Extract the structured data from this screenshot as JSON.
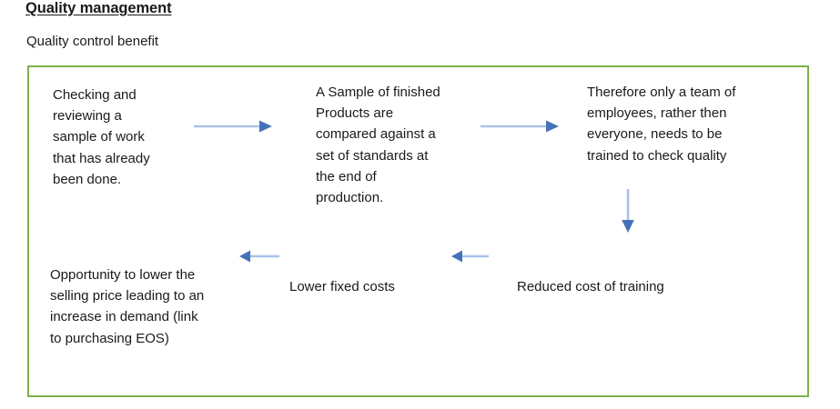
{
  "document": {
    "title": "Quality management",
    "subtitle": "Quality control benefit"
  },
  "diagram": {
    "border_color": "#7EB04F",
    "arrow_line_color": "#A9C2E8",
    "arrow_head_color": "#4472B8",
    "nodes": {
      "checking": "Checking and\nreviewing a\nsample of work\nthat has already\nbeen done.",
      "sample": "A Sample of finished\nProducts are\ncompared against a\nset of standards at\nthe end of\nproduction.",
      "team": "Therefore only a team of\nemployees, rather then\neveryone, needs to be\ntrained to check quality",
      "opportunity": "Opportunity to lower the\nselling price leading to an\nincrease in demand (link\nto purchasing EOS)",
      "lower_fixed_costs": "Lower fixed costs",
      "reduced_cost_of_training": "Reduced cost of training"
    },
    "arrows": [
      {
        "name": "arrow-right-checking-to-sample",
        "direction": "right"
      },
      {
        "name": "arrow-right-sample-to-team",
        "direction": "right"
      },
      {
        "name": "arrow-down-team-to-reduced-cost",
        "direction": "down"
      },
      {
        "name": "arrow-left-lowerfixed-to-opportunity",
        "direction": "left"
      },
      {
        "name": "arrow-left-reduced-to-lowerfixed",
        "direction": "left"
      }
    ]
  }
}
